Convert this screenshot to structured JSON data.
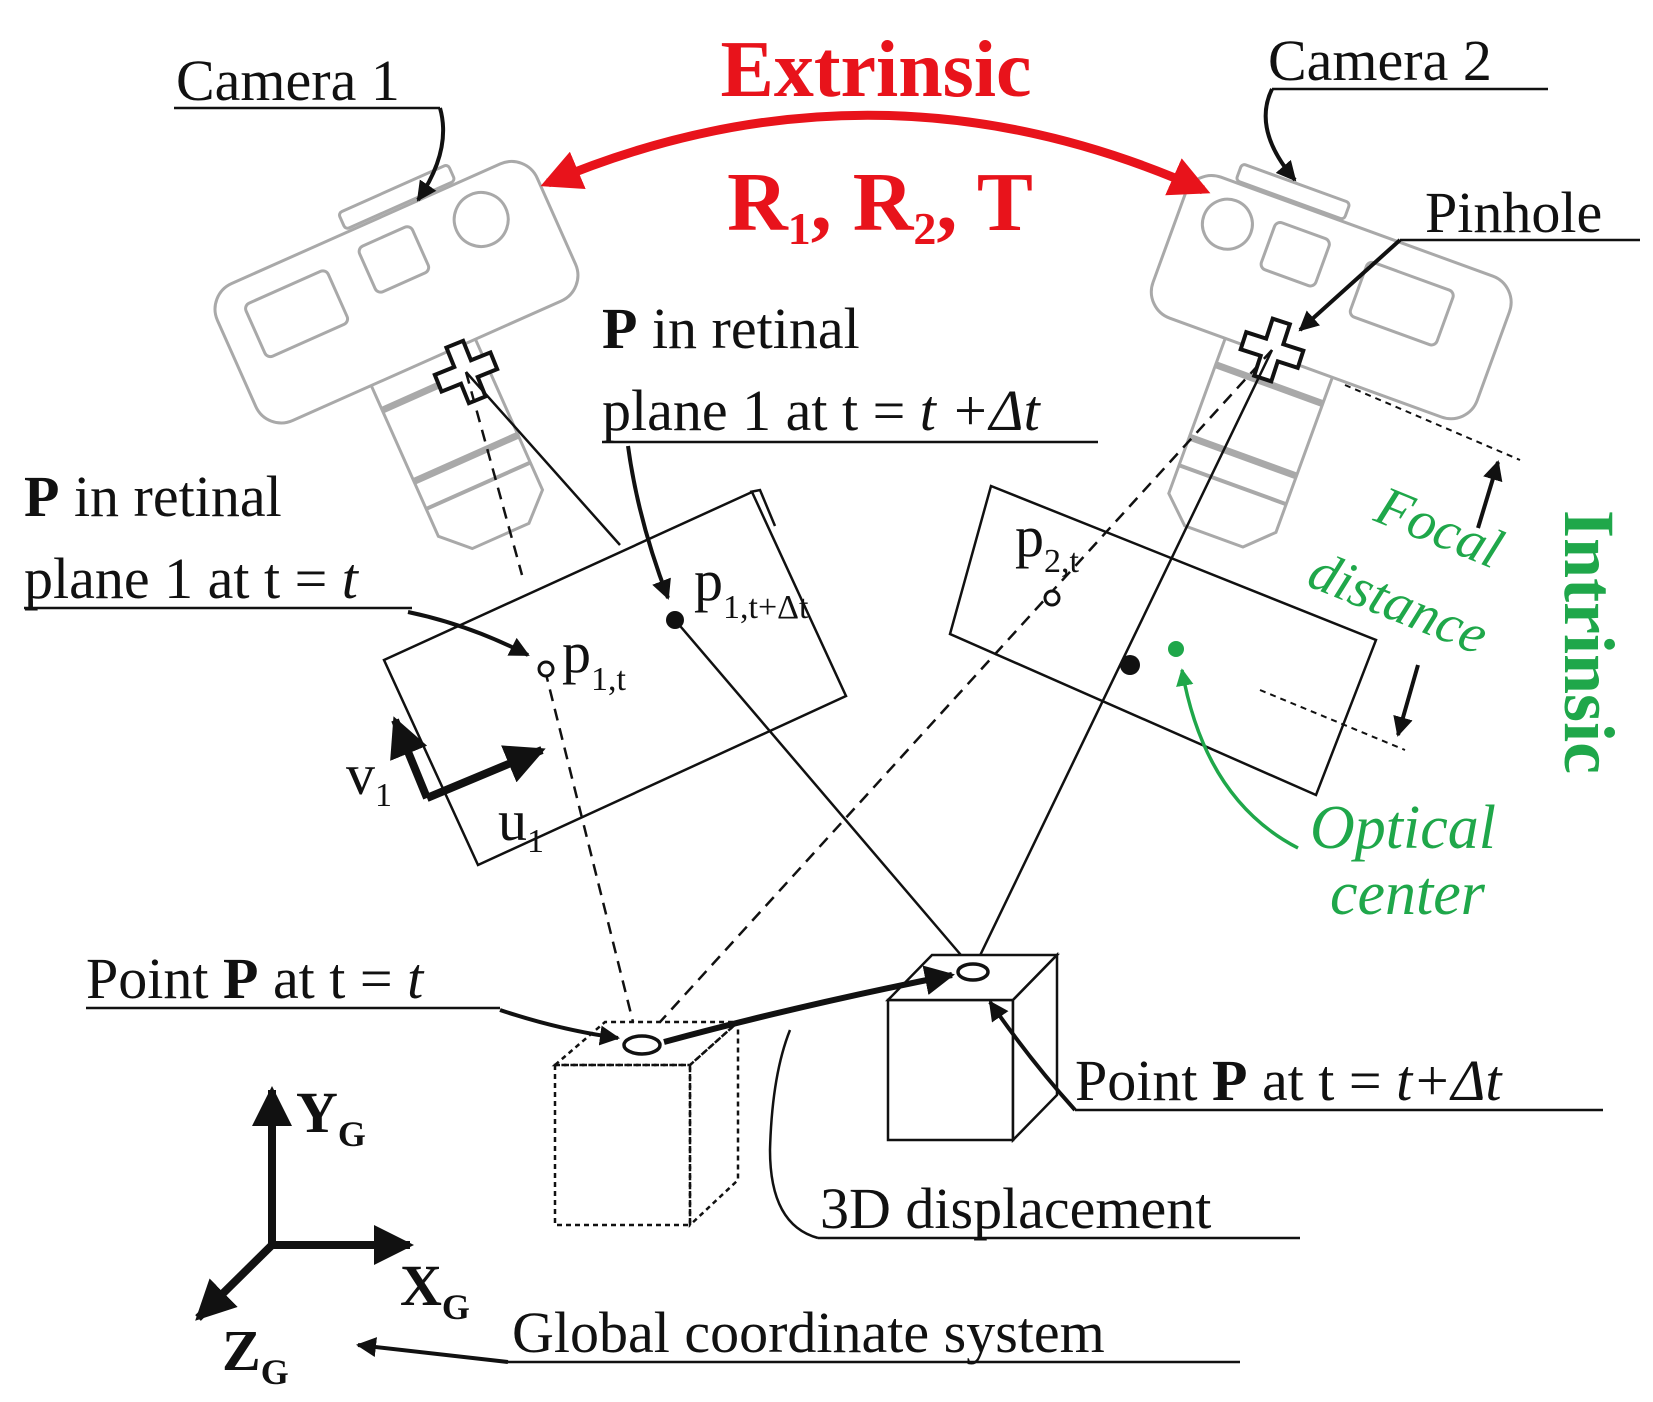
{
  "colors": {
    "extrinsic": "#e8131b",
    "intrinsic": "#1fa74a",
    "ink": "#111111",
    "camera": "#a9a9a9"
  },
  "extrinsic": {
    "title": "Extrinsic",
    "params": {
      "r": "R",
      "r1_sub": "1",
      "sep1": ", ",
      "r2_sub": "2",
      "sep2": ", ",
      "t": "T"
    }
  },
  "intrinsic": {
    "title": "Intrinsic",
    "focal_line1": "Focal",
    "focal_line2": "distance",
    "optical_line1": "Optical",
    "optical_line2": "center"
  },
  "cameras": {
    "cam1": "Camera 1",
    "cam2": "Camera 2",
    "pinhole": "Pinhole"
  },
  "retinal_t": {
    "bold": "P",
    "line1_rest": " in retinal",
    "line2_prefix": "plane 1 at t = ",
    "line2_var": "t"
  },
  "retinal_dt": {
    "bold": "P",
    "line1_rest": " in retinal",
    "line2_prefix": "plane 1 at t = ",
    "line2_var": "t +Δt"
  },
  "image_points": {
    "p1t_main": "p",
    "p1t_sub": "1,t",
    "p1dt_main": "p",
    "p1dt_sub": "1,t+Δt",
    "p2t_main": "p",
    "p2t_sub": "2,t"
  },
  "plane_axes": {
    "v_main": "v",
    "v_sub": "1",
    "u_main": "u",
    "u_sub": "1"
  },
  "world_points": {
    "point_t": {
      "prefix": "Point ",
      "bold": "P",
      "middle": " at t = ",
      "var": "t"
    },
    "point_dt": {
      "prefix": "Point ",
      "bold": "P",
      "middle": " at t = ",
      "var": "t+Δt"
    },
    "displacement": "3D displacement"
  },
  "global_axes": {
    "y_main": "Y",
    "y_sub": "G",
    "x_main": "X",
    "x_sub": "G",
    "z_main": "Z",
    "z_sub": "G",
    "caption": "Global coordinate system"
  }
}
